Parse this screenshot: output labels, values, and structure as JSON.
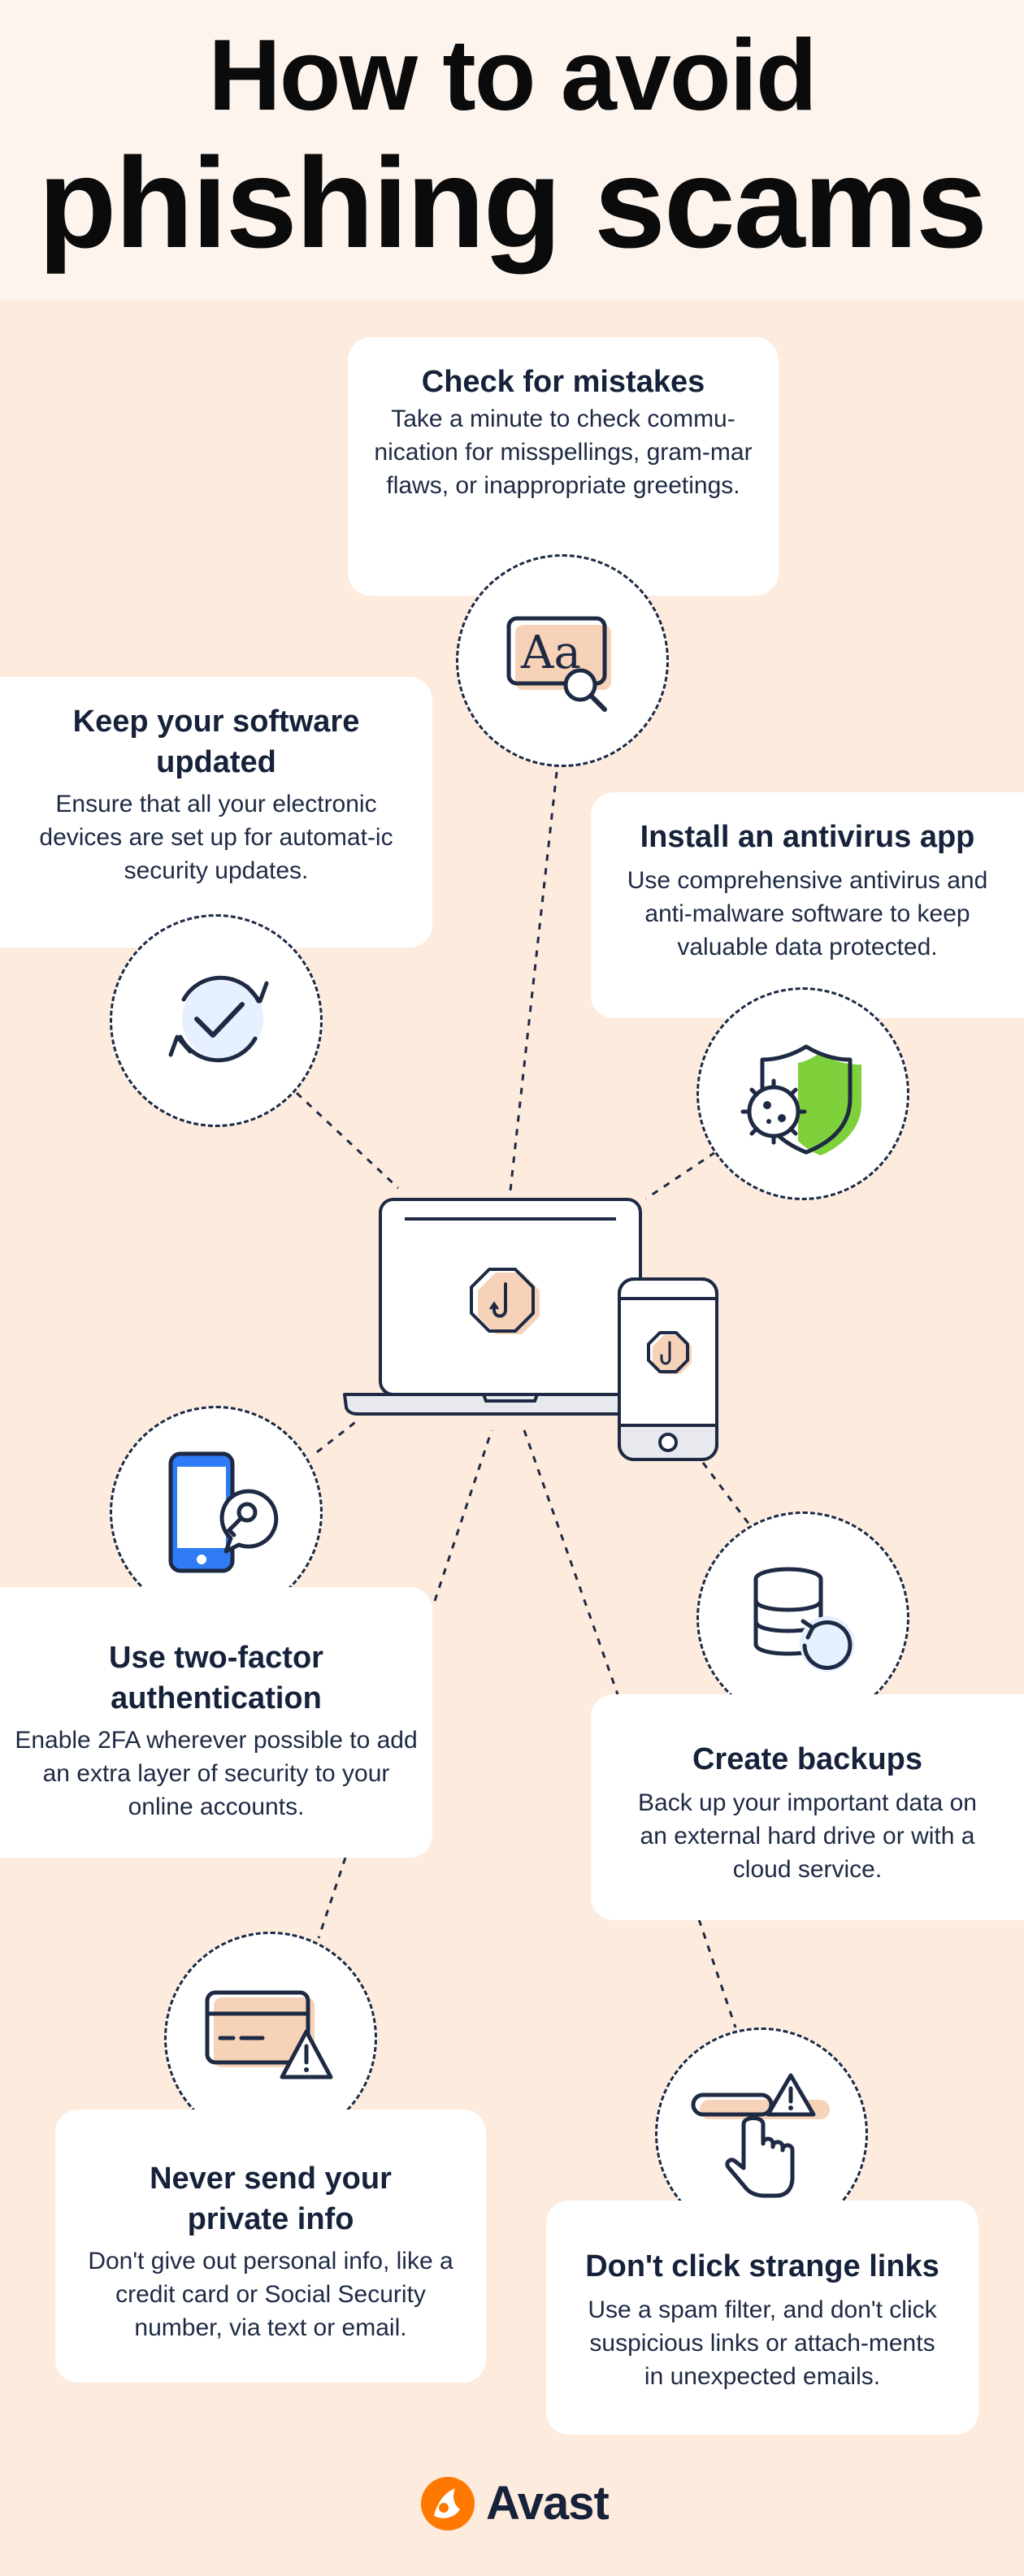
{
  "header": {
    "title_line1": "How to avoid",
    "title_line2": "phishing scams"
  },
  "tips": {
    "mistakes": {
      "title": "Check for mistakes",
      "body": "Take a minute to check commu-nication for misspellings, gram-mar flaws, or inappropriate greetings.",
      "icon": "text-magnifier-icon"
    },
    "software": {
      "title": "Keep your software updated",
      "body": "Ensure that all your electronic devices are set up for automat-ic security updates.",
      "icon": "update-check-icon"
    },
    "antivirus": {
      "title": "Install an antivirus app",
      "body": "Use comprehensive antivirus and anti-malware software to keep valuable data protected.",
      "icon": "virus-shield-icon"
    },
    "two_factor": {
      "title": "Use two-factor authentication",
      "body": "Enable 2FA wherever possible to add an extra layer of security to your online accounts.",
      "icon": "phone-key-icon"
    },
    "backups": {
      "title": "Create backups",
      "body": "Back up your important data on an external hard drive or with a cloud service.",
      "icon": "database-restore-icon"
    },
    "private_info": {
      "title": "Never send your private info",
      "body": "Don't give out personal info, like a credit card or Social Security number, via text or email.",
      "icon": "credit-card-warning-icon"
    },
    "links": {
      "title": "Don't click strange links",
      "body": "Use a spam filter, and don't click suspicious links or attach-ments in unexpected emails.",
      "icon": "pointer-warning-icon"
    }
  },
  "center": {
    "icon": "laptop-phone-phishing-icon"
  },
  "brand": {
    "name": "Avast",
    "icon": "avast-logo-icon"
  },
  "colors": {
    "background": "#FDEBDD",
    "header_background": "#FDF4EE",
    "card": "#FFFFFF",
    "navy": "#16213A",
    "peach": "#F6D3B8",
    "blue": "#2F7BF5",
    "green": "#7FD13B",
    "orange": "#FF7800"
  }
}
